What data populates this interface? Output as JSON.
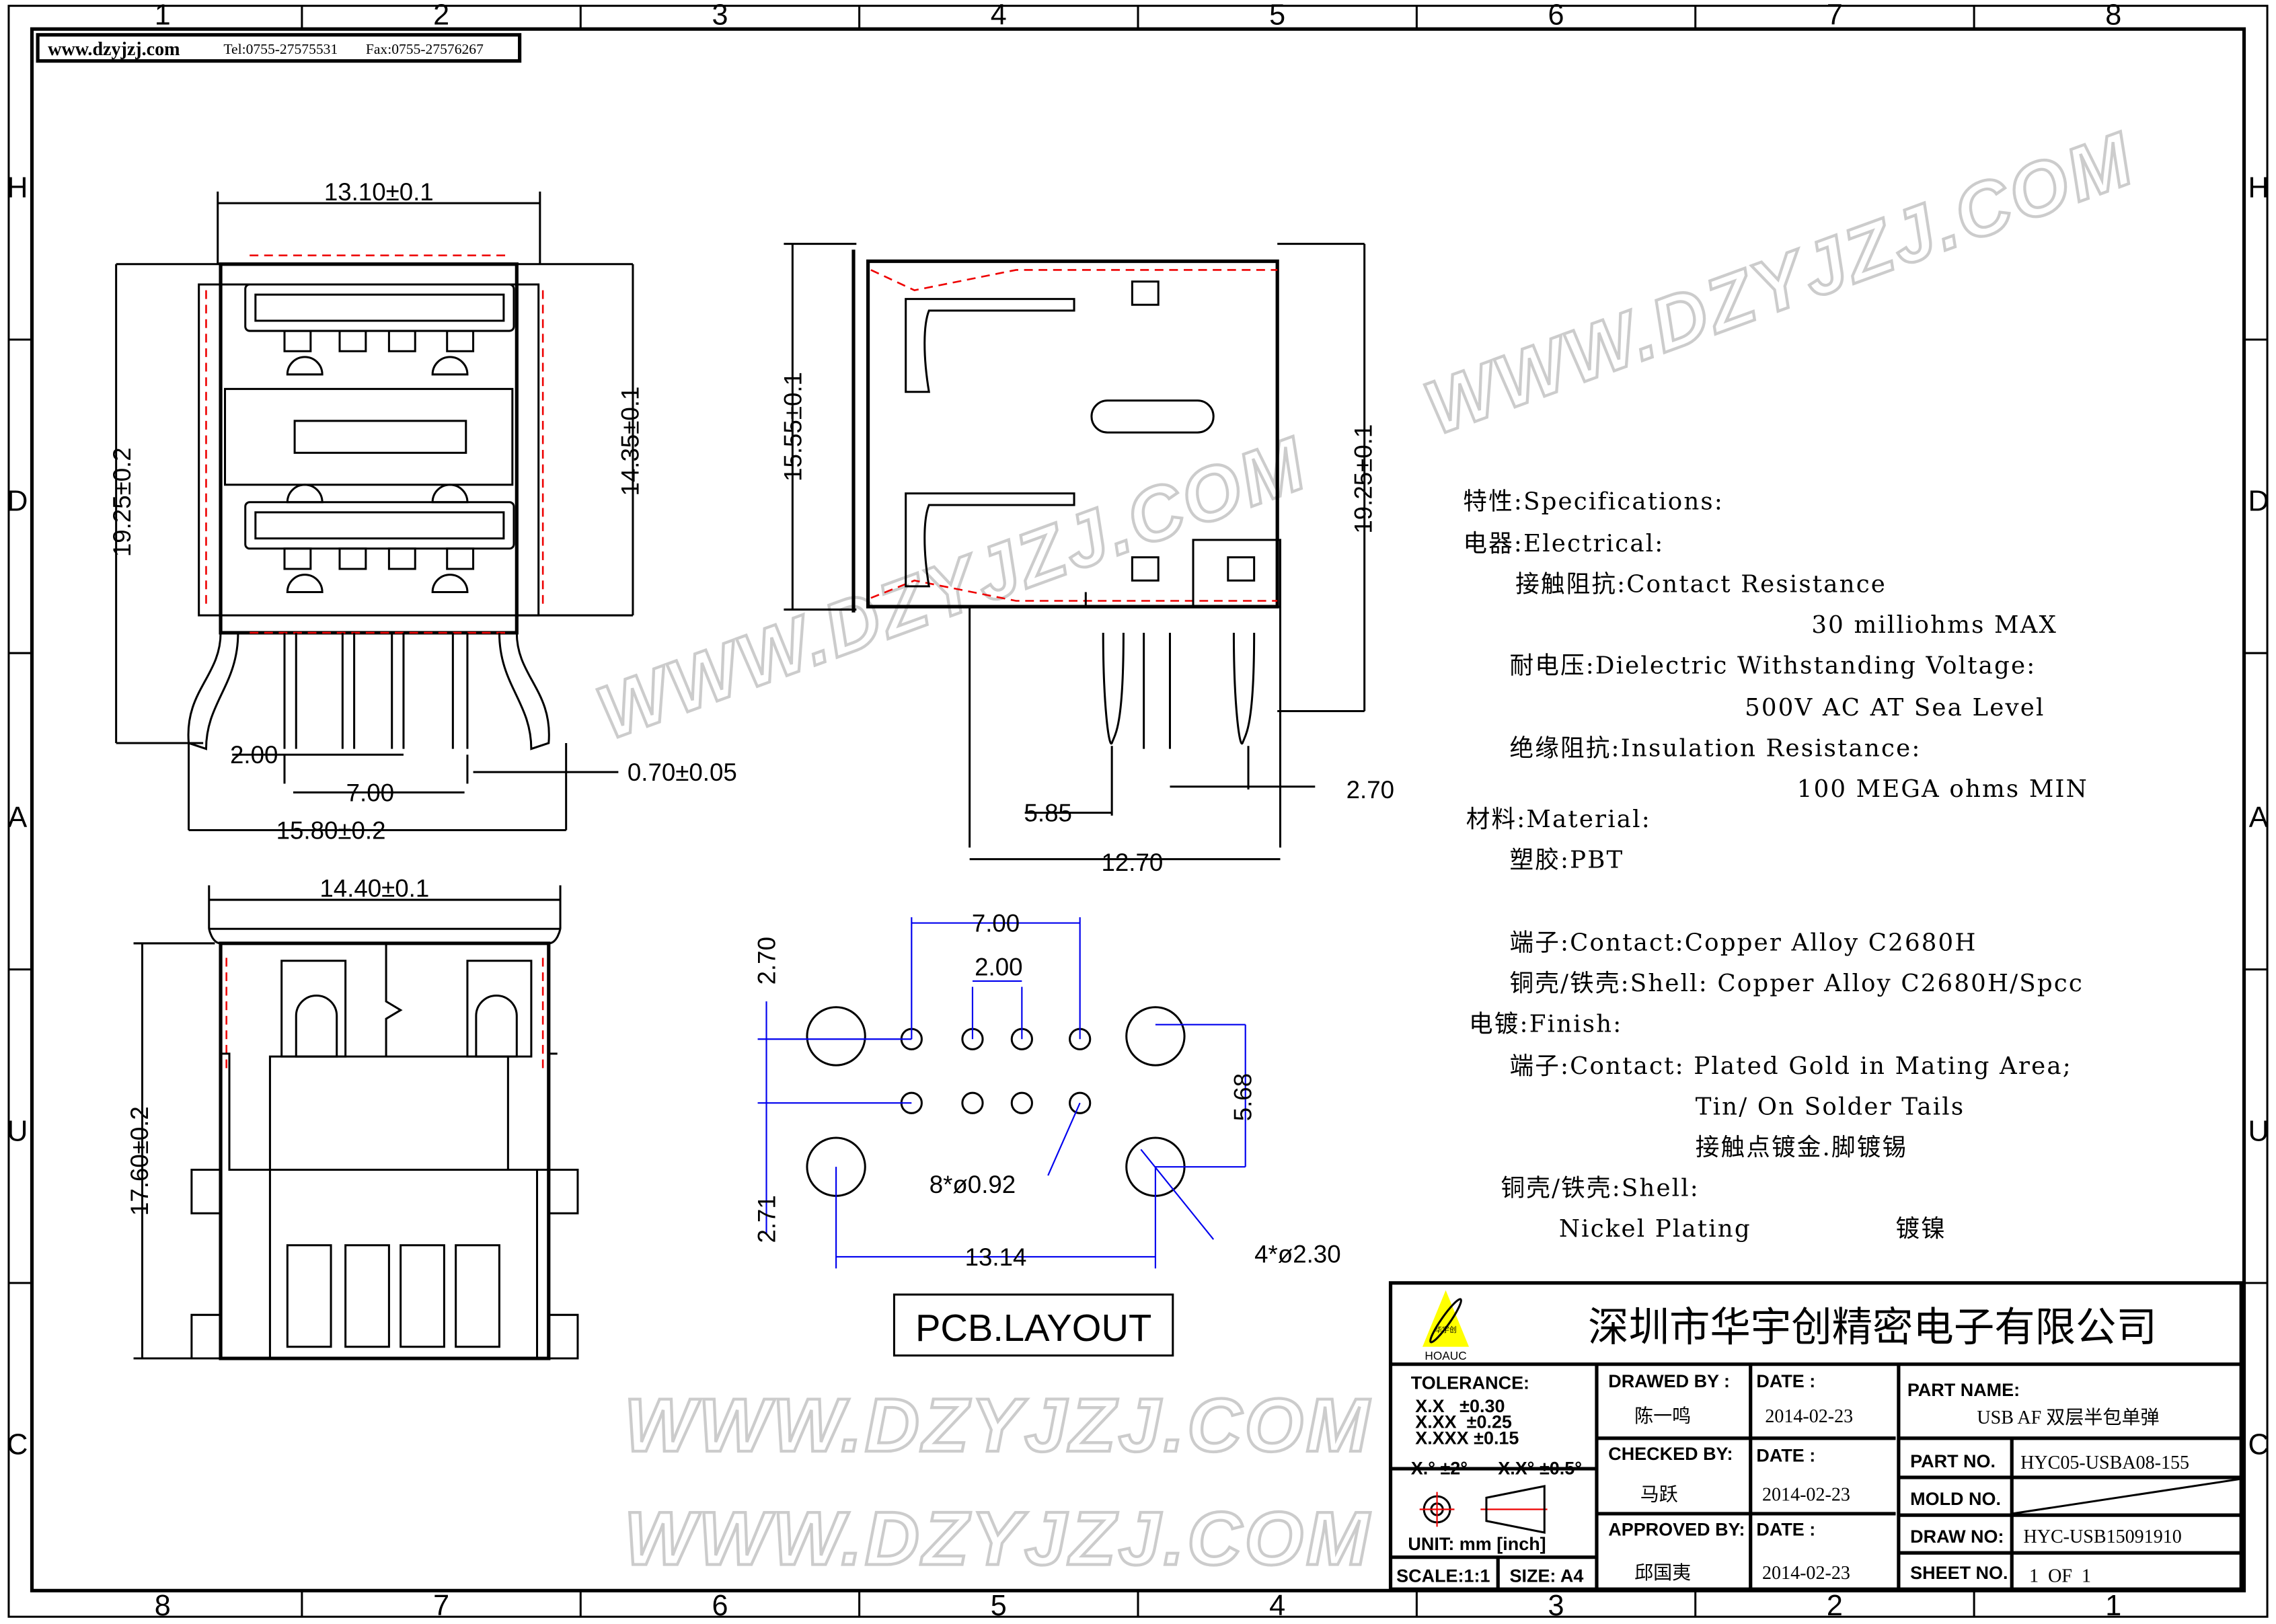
{
  "header": {
    "website": "www.dzyjzj.com",
    "tel": "Tel:0755-27575531",
    "fax": "Fax:0755-27576267"
  },
  "grid": {
    "top": [
      "1",
      "2",
      "3",
      "4",
      "5",
      "6",
      "7",
      "8"
    ],
    "bottom": [
      "8",
      "7",
      "6",
      "5",
      "4",
      "3",
      "2",
      "1"
    ],
    "left": [
      "H",
      "D",
      "A",
      "U",
      "C"
    ],
    "right": [
      "H",
      "D",
      "A",
      "U",
      "C"
    ]
  },
  "watermark": "WWW.DZYJZJ.COM",
  "front_view": {
    "width_top": "13.10±0.1",
    "height_outer": "19.25±0.2",
    "height_inner": "14.35±0.1",
    "pitch": "2.00",
    "span": "7.00",
    "pin": "0.70±0.05",
    "width_bottom": "15.80±0.2"
  },
  "side_view": {
    "height_left": "15.55±0.1",
    "height_right": "19.25±0.1",
    "d1": "5.85",
    "d2": "2.70",
    "length": "12.70"
  },
  "bottom_view": {
    "width": "14.40±0.1",
    "height": "17.60±0.2"
  },
  "pcb_layout": {
    "title": "PCB.LAYOUT",
    "span": "7.00",
    "pitch": "2.00",
    "v1": "2.70",
    "v2": "2.71",
    "v3": "5.68",
    "small_holes": "8*ø0.92",
    "hole_span": "13.14",
    "big_holes": "4*ø2.30"
  },
  "specs": [
    "特性:Specifications:",
    "电器:Electrical:",
    "接触阻抗:Contact Resistance",
    "30 milliohms MAX",
    "耐电压:Dielectric Withstanding Voltage:",
    "500V AC AT Sea Level",
    "绝缘阻抗:Insulation Resistance:",
    "100 MEGA ohms MIN",
    "材料:Material:",
    "塑胶:PBT",
    "端子:Contact:Copper Alloy  C2680H",
    "铜壳/铁壳:Shell: Copper Alloy  C2680H/Spcc",
    "电镀:Finish:",
    "端子:Contact: Plated Gold in Mating Area;",
    "Tin/ On Solder Tails",
    "接触点镀金.脚镀锡",
    "铜壳/铁壳:Shell:",
    "Nickel Plating",
    "镀镍"
  ],
  "title_block": {
    "company": "深圳市华宇创精密电子有限公司",
    "logo_text": "HOAUC",
    "logo_cn": "华宇创",
    "tolerance_label": "TOLERANCE:",
    "tolerances": [
      "X.X   ±0.30",
      "X.XX  ±0.25",
      "X.XXX ±0.15"
    ],
    "angle_tol": [
      "X.° ±2°",
      "X.X° ±0.5°"
    ],
    "unit": "UNIT:  mm  [inch]",
    "scale": "SCALE:1:1",
    "size": "SIZE:  A4",
    "drawed_by_label": "DRAWED  BY :",
    "drawed_by": "陈一鸣",
    "checked_by_label": "CHECKED  BY:",
    "checked_by": "马跃",
    "approved_by_label": "APPROVED  BY:",
    "approved_by": "邱国夷",
    "date_label": "DATE  :",
    "dates": [
      "2014-02-23",
      "2014-02-23",
      "2014-02-23"
    ],
    "part_name_label": "PART  NAME:",
    "part_name": "USB  AF  双层半包单弹",
    "part_no_label": "PART  NO.",
    "part_no": "HYC05-USBA08-155",
    "mold_no_label": "MOLD  NO.",
    "draw_no_label": "DRAW  NO:",
    "draw_no": "HYC-USB15091910",
    "sheet_no_label": "SHEET  NO.",
    "sheet_no": "1  OF  1"
  },
  "colors": {
    "hidden_line": "#e00000",
    "pcb_dim": "#0000ee"
  }
}
